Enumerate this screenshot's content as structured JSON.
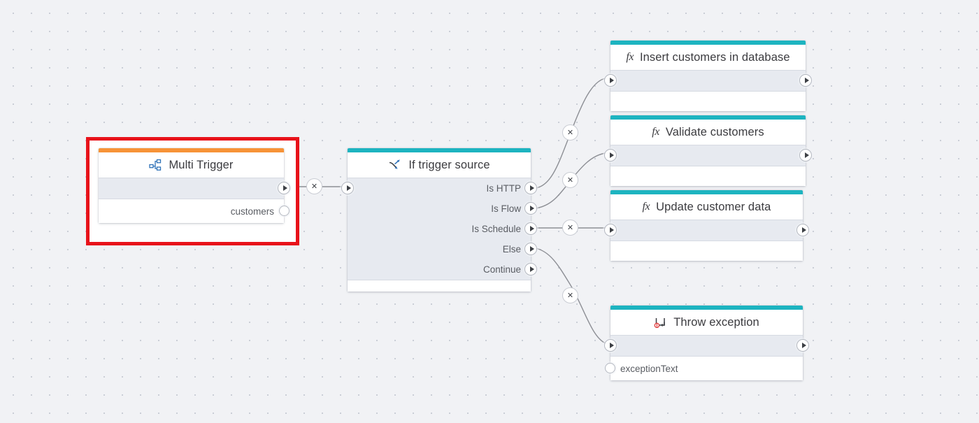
{
  "canvas": {
    "background_color": "#f1f2f5",
    "grid_dot_color": "#c3c7d1"
  },
  "selection": {
    "node": "Multi Trigger",
    "border_color": "#e8121a"
  },
  "colors": {
    "trigger_accent": "#f79337",
    "action_accent": "#1db4c0",
    "edge": "#8d8f95",
    "port_body": "#e7eaf0"
  },
  "nodes": [
    {
      "id": "multi-trigger",
      "title": "Multi Trigger",
      "icon": "sitemap-icon",
      "accent": "orange",
      "output_ports": [
        ""
      ],
      "params": [
        "customers"
      ]
    },
    {
      "id": "if-trigger-source",
      "title": "If trigger source",
      "icon": "branch-icon",
      "accent": "teal",
      "output_ports": [
        "Is HTTP",
        "Is Flow",
        "Is Schedule",
        "Else",
        "Continue"
      ],
      "params": []
    },
    {
      "id": "insert-customers-in-database",
      "title": "Insert customers in database",
      "icon": "fx-icon",
      "accent": "teal",
      "output_ports": [
        ""
      ],
      "params": []
    },
    {
      "id": "validate-customers",
      "title": "Validate customers",
      "icon": "fx-icon",
      "accent": "teal",
      "output_ports": [
        ""
      ],
      "params": []
    },
    {
      "id": "update-customer-data",
      "title": "Update customer data",
      "icon": "fx-icon",
      "accent": "teal",
      "output_ports": [
        ""
      ],
      "params": []
    },
    {
      "id": "throw-exception",
      "title": "Throw exception",
      "icon": "throw-exception-icon",
      "accent": "teal",
      "output_ports": [
        ""
      ],
      "params": [
        "exceptionText"
      ]
    }
  ],
  "edges": [
    {
      "from": "multi-trigger",
      "to": "if-trigger-source",
      "delete_label": "✕"
    },
    {
      "from": "if-trigger-source.Is HTTP",
      "to": "insert-customers-in-database",
      "delete_label": "✕"
    },
    {
      "from": "if-trigger-source.Is Flow",
      "to": "validate-customers",
      "delete_label": "✕"
    },
    {
      "from": "if-trigger-source.Is Schedule",
      "to": "update-customer-data",
      "delete_label": "✕"
    },
    {
      "from": "if-trigger-source.Else",
      "to": "throw-exception",
      "delete_label": "✕"
    }
  ]
}
